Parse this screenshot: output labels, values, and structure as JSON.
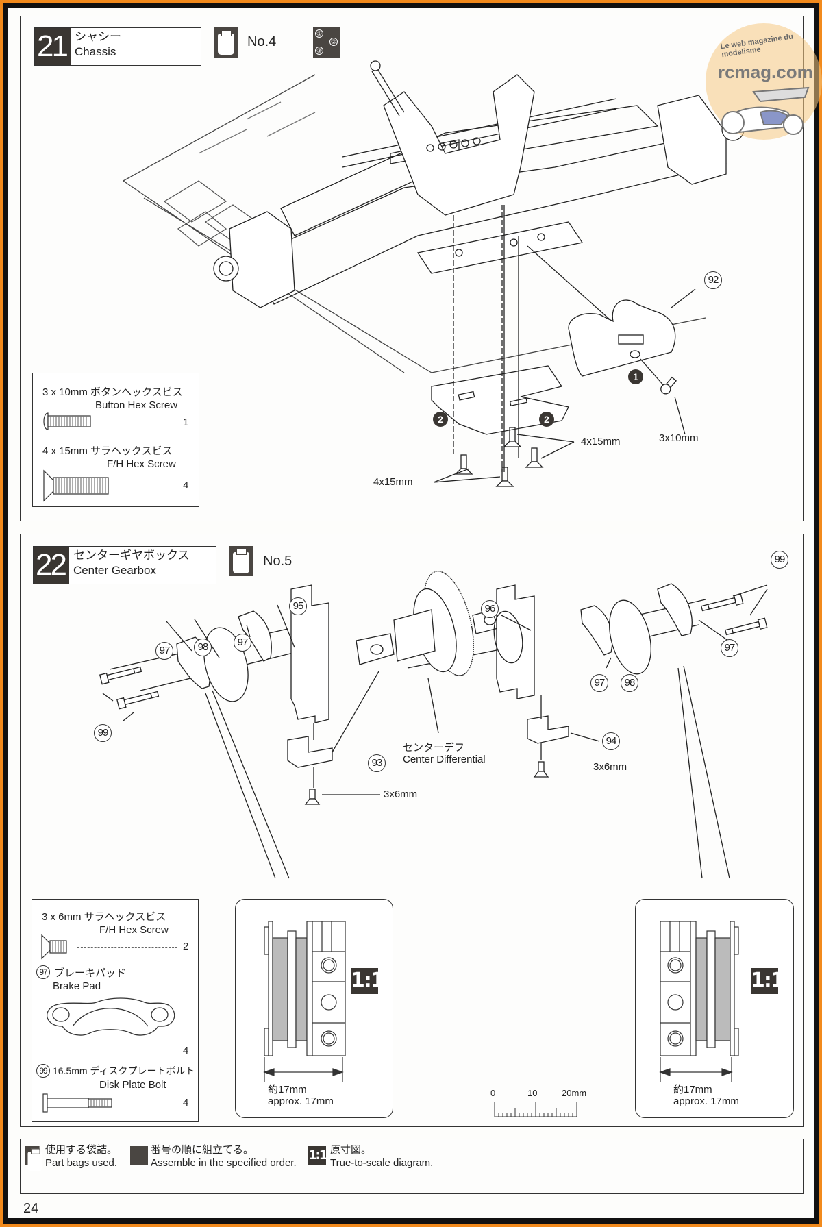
{
  "page_number": "24",
  "watermark": {
    "site": "rcmag.com",
    "tagline": "Le web magazine du modelisme"
  },
  "step21": {
    "number": "21",
    "title_jp": "シャシー",
    "title_en": "Chassis",
    "bag_icon": "part-bag-icon",
    "bag_label": "No.4",
    "order_icon": "assembly-order-icon",
    "order_icon_digits": [
      "①",
      "②",
      "③"
    ],
    "callouts": [
      {
        "id": "92",
        "label": "92"
      }
    ],
    "order_markers": [
      {
        "label": "1"
      },
      {
        "label": "2"
      },
      {
        "label": "2"
      }
    ],
    "dimension_labels": [
      "3x10mm",
      "4x15mm",
      "4x15mm"
    ],
    "parts": [
      {
        "size_jp": "3 x 10mm ボタンヘックスビス",
        "name_en": "Button Hex Screw",
        "qty": "1",
        "icon": "button-hex-screw-icon"
      },
      {
        "size_jp": "4 x 15mm サラヘックスビス",
        "name_en": "F/H Hex Screw",
        "qty": "4",
        "icon": "flat-head-hex-screw-icon"
      }
    ]
  },
  "step22": {
    "number": "22",
    "title_jp": "センターギヤボックス",
    "title_en": "Center Gearbox",
    "bag_icon": "part-bag-icon",
    "bag_label": "No.5",
    "callouts": [
      "95",
      "96",
      "97",
      "97",
      "97",
      "97",
      "98",
      "98",
      "99",
      "99",
      "93",
      "94"
    ],
    "center_diff_jp": "センターデフ",
    "center_diff_en": "Center Differential",
    "screw_labels": [
      "3x6mm",
      "3x6mm"
    ],
    "detail_views": [
      {
        "scale": "1:1",
        "dim_jp": "約17mm",
        "dim_en": "approx.  17mm"
      },
      {
        "scale": "1:1",
        "dim_jp": "約17mm",
        "dim_en": "approx.  17mm"
      }
    ],
    "ruler": {
      "ticks": [
        "0",
        "10",
        "20mm"
      ],
      "range_mm": [
        0,
        20
      ]
    },
    "parts": [
      {
        "size_jp": "3 x 6mm  サラヘックスビス",
        "name_en": "F/H Hex Screw",
        "qty": "2",
        "icon": "flat-head-hex-screw-icon"
      },
      {
        "callout": "97",
        "size_jp": "ブレーキパッド",
        "name_en": "Brake Pad",
        "qty": "4",
        "icon": "brake-pad-icon"
      },
      {
        "callout": "99",
        "size_jp": "16.5mm ディスクプレートボルト",
        "name_en": "Disk Plate Bolt",
        "qty": "4",
        "icon": "disk-plate-bolt-icon"
      }
    ]
  },
  "legend": [
    {
      "icon": "part-bag-icon",
      "jp": "使用する袋詰。",
      "en": "Part bags used."
    },
    {
      "icon": "assembly-order-icon",
      "jp": "番号の順に組立てる。",
      "en": "Assemble in the specified order."
    },
    {
      "icon": "true-scale-icon",
      "badge": "1:1",
      "jp": "原寸図。",
      "en": "True-to-scale diagram."
    }
  ]
}
